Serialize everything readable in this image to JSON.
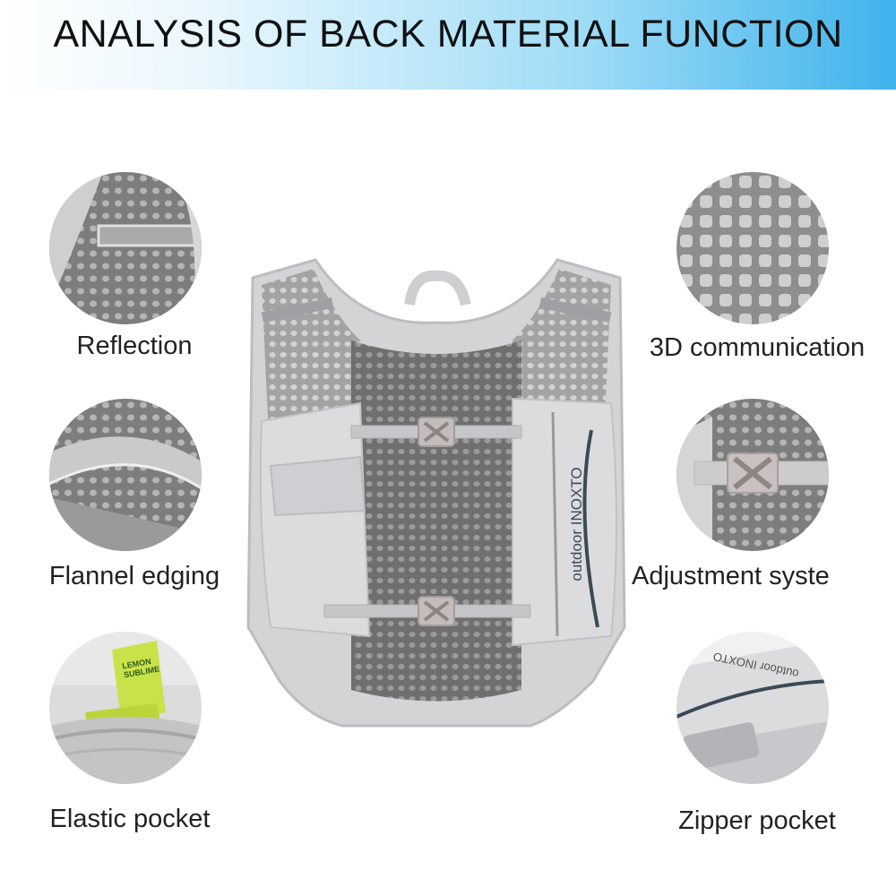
{
  "title": "ANALYSIS OF BACK MATERIAL FUNCTION",
  "features": {
    "reflection": "Reflection",
    "communication": "3D communication",
    "flannel": "Flannel edging",
    "adjustment": "Adjustment syste",
    "elastic": "Elastic pocket",
    "zipper": "Zipper pocket"
  },
  "product_text": {
    "brand": "outdoor INOXTO",
    "zipper_brand": "outdoor INOXTO",
    "gel_line1": "LEMON",
    "gel_line2": "SUBLIME"
  },
  "colors": {
    "banner_start": "#ffffff",
    "banner_end": "#3fb3ec",
    "mesh": "#8a8a8a",
    "fabric": "#d9d9dc",
    "gel_pack": "#c9e24a"
  }
}
